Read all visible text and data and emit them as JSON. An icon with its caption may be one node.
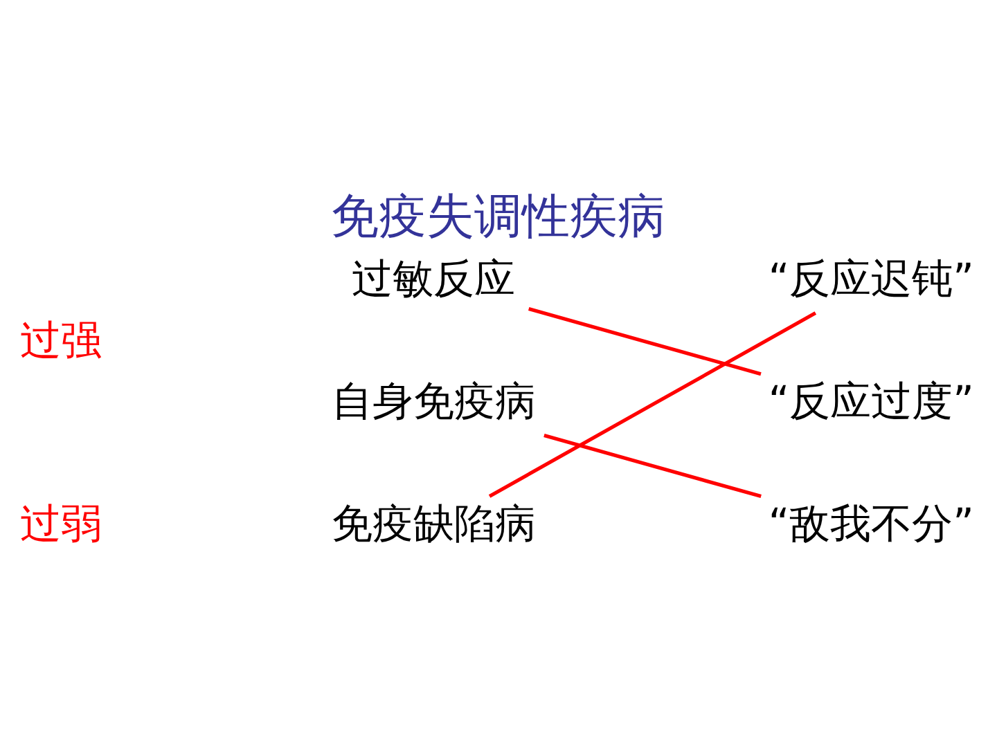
{
  "diagram": {
    "title": "免疫失调性疾病",
    "nodes": [
      {
        "text": [
          "过敏反应"
        ]
      },
      {
        "text": [
          "自身免疫病"
        ]
      },
      {
        "text": [
          "免疫缺陷病"
        ]
      },
      {
        "text": [
          "“反应迟钝”"
        ]
      },
      {
        "text": [
          "“反应过度”"
        ]
      },
      {
        "text": [
          "“敌我不分”"
        ]
      }
    ],
    "edges": [
      {
        "from": 0,
        "to": 4,
        "arrow": "none"
      },
      {
        "from": 1,
        "to": 5,
        "arrow": "none"
      },
      {
        "from": 2,
        "to": 3,
        "arrow": "none"
      }
    ],
    "labels": [
      "过强",
      "过弱"
    ]
  }
}
